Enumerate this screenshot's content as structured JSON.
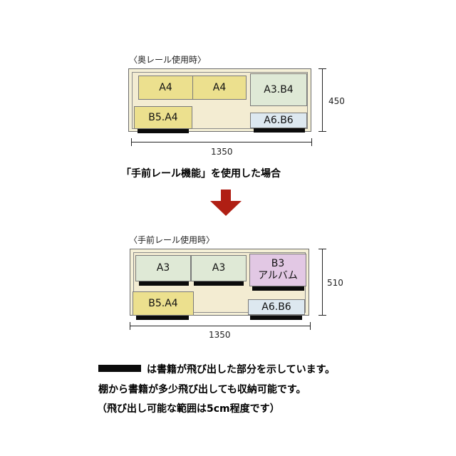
{
  "top": {
    "caption": "〈奥レール使用時〉",
    "boxes": {
      "a4_1": "A4",
      "a4_2": "A4",
      "a3b4": "A3.B4",
      "b5a4": "B5.A4",
      "a6b6": "A6.B6"
    },
    "width_label": "1350",
    "height_label": "450"
  },
  "middle_text": "「手前レール機能」を使用した場合",
  "bottom": {
    "caption": "〈手前レール使用時〉",
    "boxes": {
      "a3_1": "A3",
      "a3_2": "A3",
      "b3": "B3\nアルバム",
      "b5a4": "B5.A4",
      "a6b6": "A6.B6"
    },
    "width_label": "1350",
    "height_label": "510"
  },
  "notes": {
    "line1": "は書籍が飛び出した部分を示しています。",
    "line2": "棚から書籍が多少飛び出しても収納可能です。",
    "line3": "（飛び出し可能な範囲は5cm程度です）"
  },
  "colors": {
    "cabinet": "#f5f0d7",
    "box_yellow": "#ece08e",
    "box_green": "#dfe9d6",
    "box_blue": "#dde8f0",
    "box_pink": "#e2c8e4",
    "arrow": "#b01f14",
    "protrusion": "#0b0b0b"
  }
}
